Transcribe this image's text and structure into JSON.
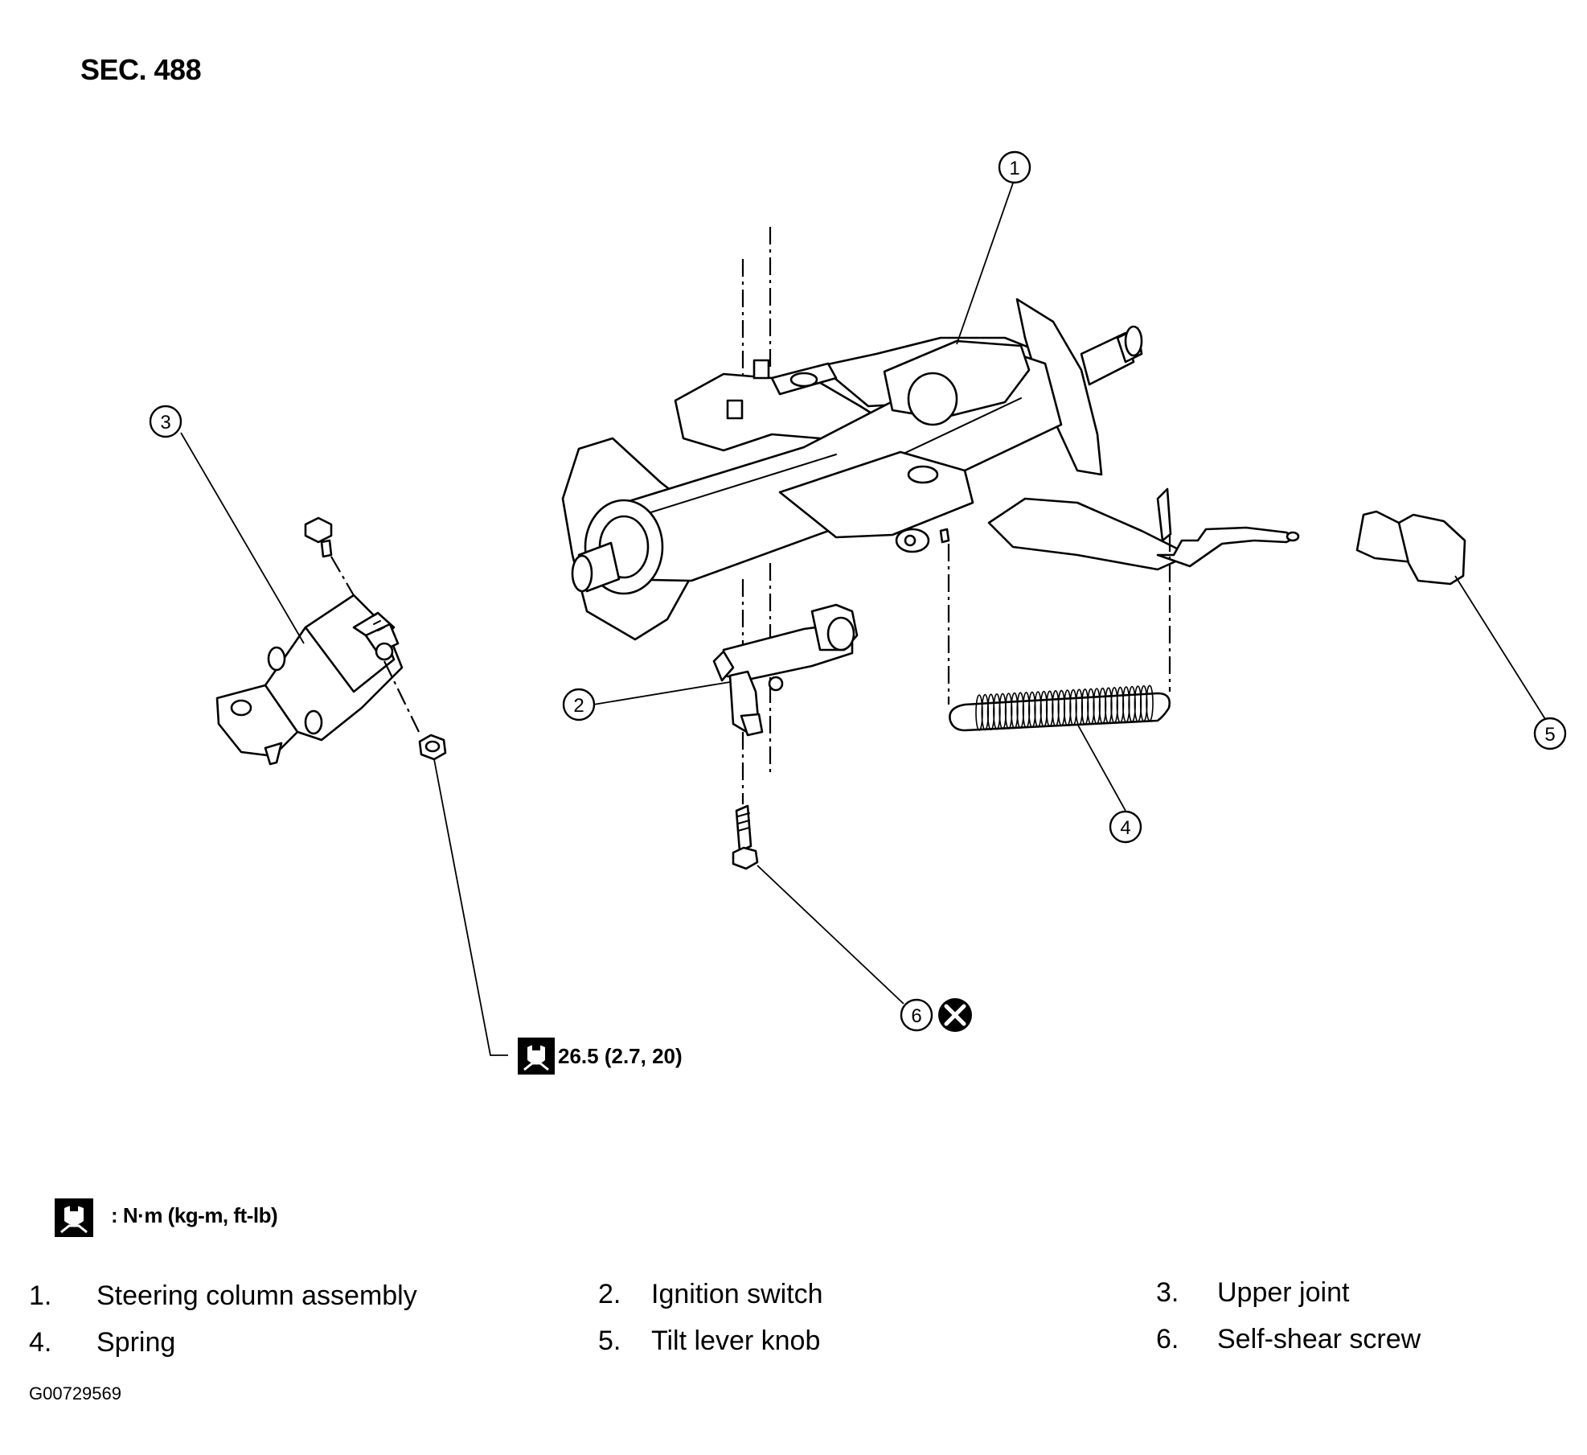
{
  "section_title": "SEC. 488",
  "callouts": [
    {
      "number": "1",
      "part": "Steering column assembly"
    },
    {
      "number": "2",
      "part": "Ignition switch"
    },
    {
      "number": "3",
      "part": "Upper joint"
    },
    {
      "number": "4",
      "part": "Spring"
    },
    {
      "number": "5",
      "part": "Tilt lever knob"
    },
    {
      "number": "6",
      "part": "Self-shear screw"
    }
  ],
  "torque_spec": "26.5 (2.7, 20)",
  "torque_legend": ": N·m (kg-m, ft-lb)",
  "icons": {
    "torque": "torque-wrench-icon",
    "do_not_reuse": "x-circle-icon"
  },
  "parts_list": [
    {
      "num": "1.",
      "label": "Steering column assembly"
    },
    {
      "num": "2.",
      "label": "Ignition switch"
    },
    {
      "num": "3.",
      "label": "Upper joint"
    },
    {
      "num": "4.",
      "label": "Spring"
    },
    {
      "num": "5.",
      "label": "Tilt lever knob"
    },
    {
      "num": "6.",
      "label": "Self-shear screw"
    }
  ],
  "figure_id": "G00729569"
}
